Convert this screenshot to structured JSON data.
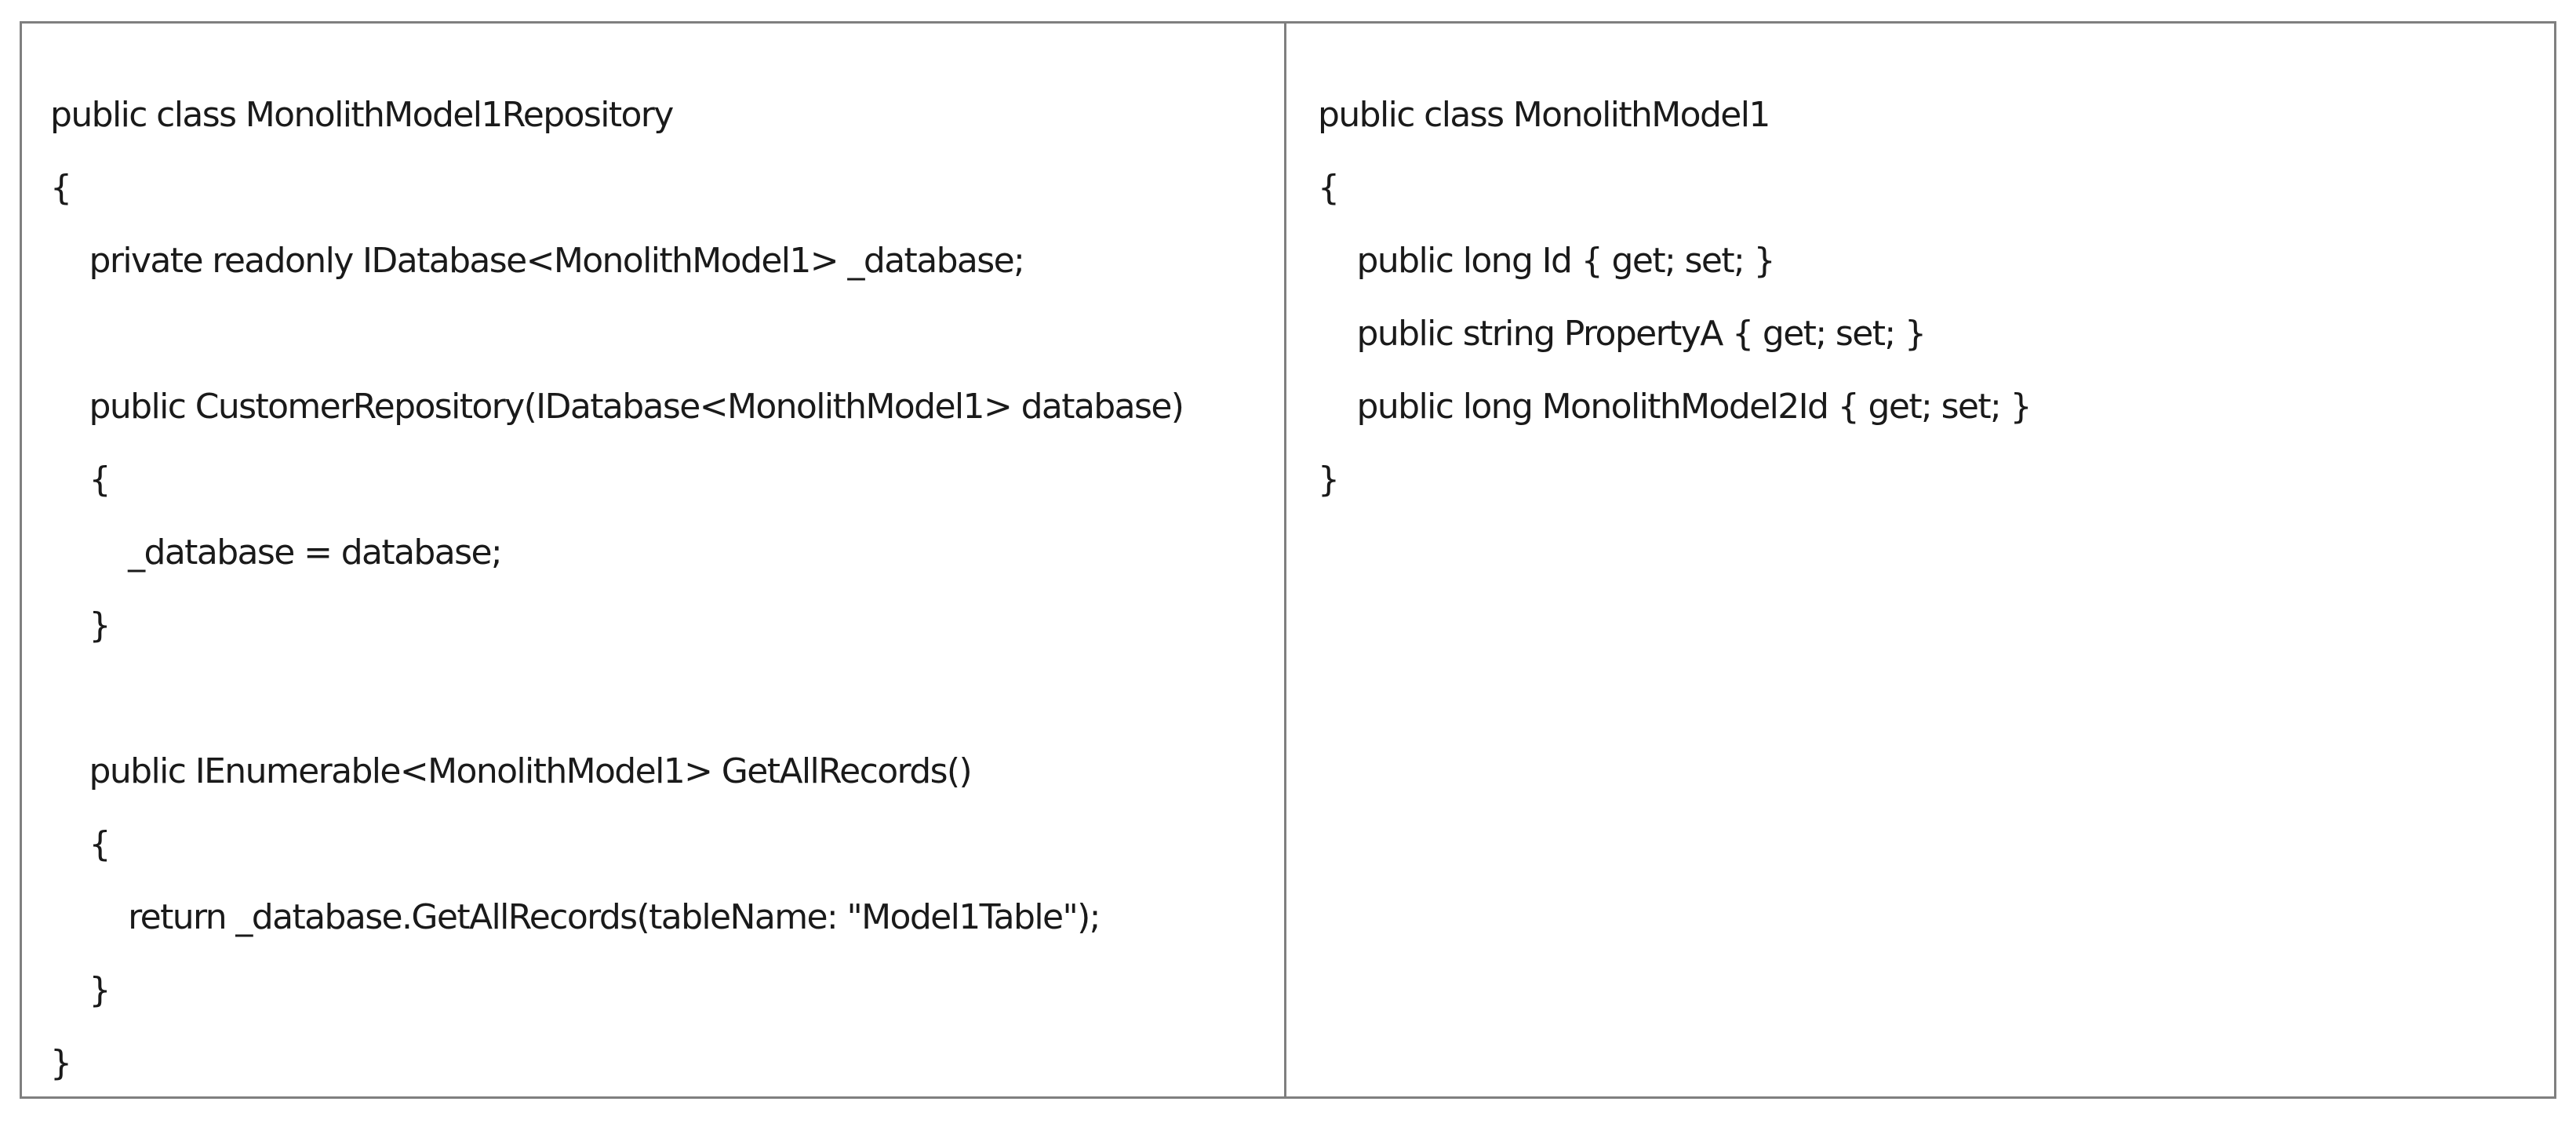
{
  "left_panel": {
    "lines": [
      "public class MonolithModel1Repository",
      "{",
      "    private readonly IDatabase<MonolithModel1> _database;",
      "",
      "    public CustomerRepository(IDatabase<MonolithModel1> database)",
      "    {",
      "        _database = database;",
      "    }",
      "",
      "    public IEnumerable<MonolithModel1> GetAllRecords()",
      "    {",
      "        return _database.GetAllRecords(tableName: \"Model1Table\");",
      "    }",
      "}"
    ]
  },
  "right_panel": {
    "lines": [
      "public class MonolithModel1",
      "{",
      "    public long Id { get; set; }",
      "    public string PropertyA { get; set; }",
      "    public long MonolithModel2Id { get; set; }",
      "}"
    ]
  }
}
